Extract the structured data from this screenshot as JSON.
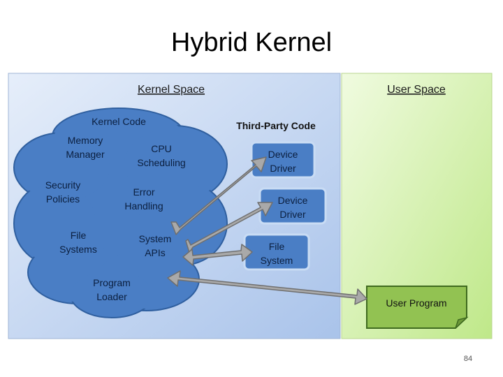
{
  "title": "Hybrid Kernel",
  "kernel_space": {
    "label": "Kernel Space",
    "cloud_label": "Kernel Code",
    "items": [
      "Memory Manager",
      "CPU Scheduling",
      "Security Policies",
      "Error Handling",
      "File Systems",
      "System APIs",
      "Program Loader"
    ]
  },
  "user_space": {
    "label": "User Space",
    "third_party_label": "Third-Party Code",
    "items": [
      "Device Driver",
      "Device Driver",
      "File System"
    ],
    "user_program": "User Program"
  },
  "page_number": "84",
  "colors": {
    "kernel_bg": "#bcd1ef",
    "user_bg": "#d3f0a8",
    "cloud": "#4a7ec5",
    "driver_box": "#4a7ec5",
    "user_program": "#92c252",
    "arrow": "#a9a9a9"
  }
}
